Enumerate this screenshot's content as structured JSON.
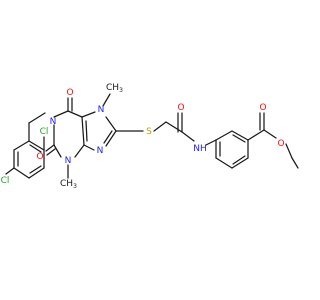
{
  "molecule": {
    "atom_colors": {
      "carbon_bond": "#1a1a1a",
      "oxygen": "#ff0d0d",
      "nitrogen": "#2222ff",
      "sulfur": "#b8a000",
      "chlorine": "#1fa81f"
    },
    "labels": {
      "cl_ortho": "Cl",
      "cl_para": "Cl",
      "o_c6": "O",
      "o_c2": "O",
      "n1": "N",
      "n3": "N",
      "n7": "N",
      "n9": "N",
      "n7_methyl": "CH",
      "n7_methyl_sub": "3",
      "n3_methyl": "CH",
      "n3_methyl_sub": "3",
      "s": "S",
      "o_amide": "O",
      "nh": "NH",
      "o_ester_carbonyl": "O",
      "o_ester": "O"
    }
  }
}
